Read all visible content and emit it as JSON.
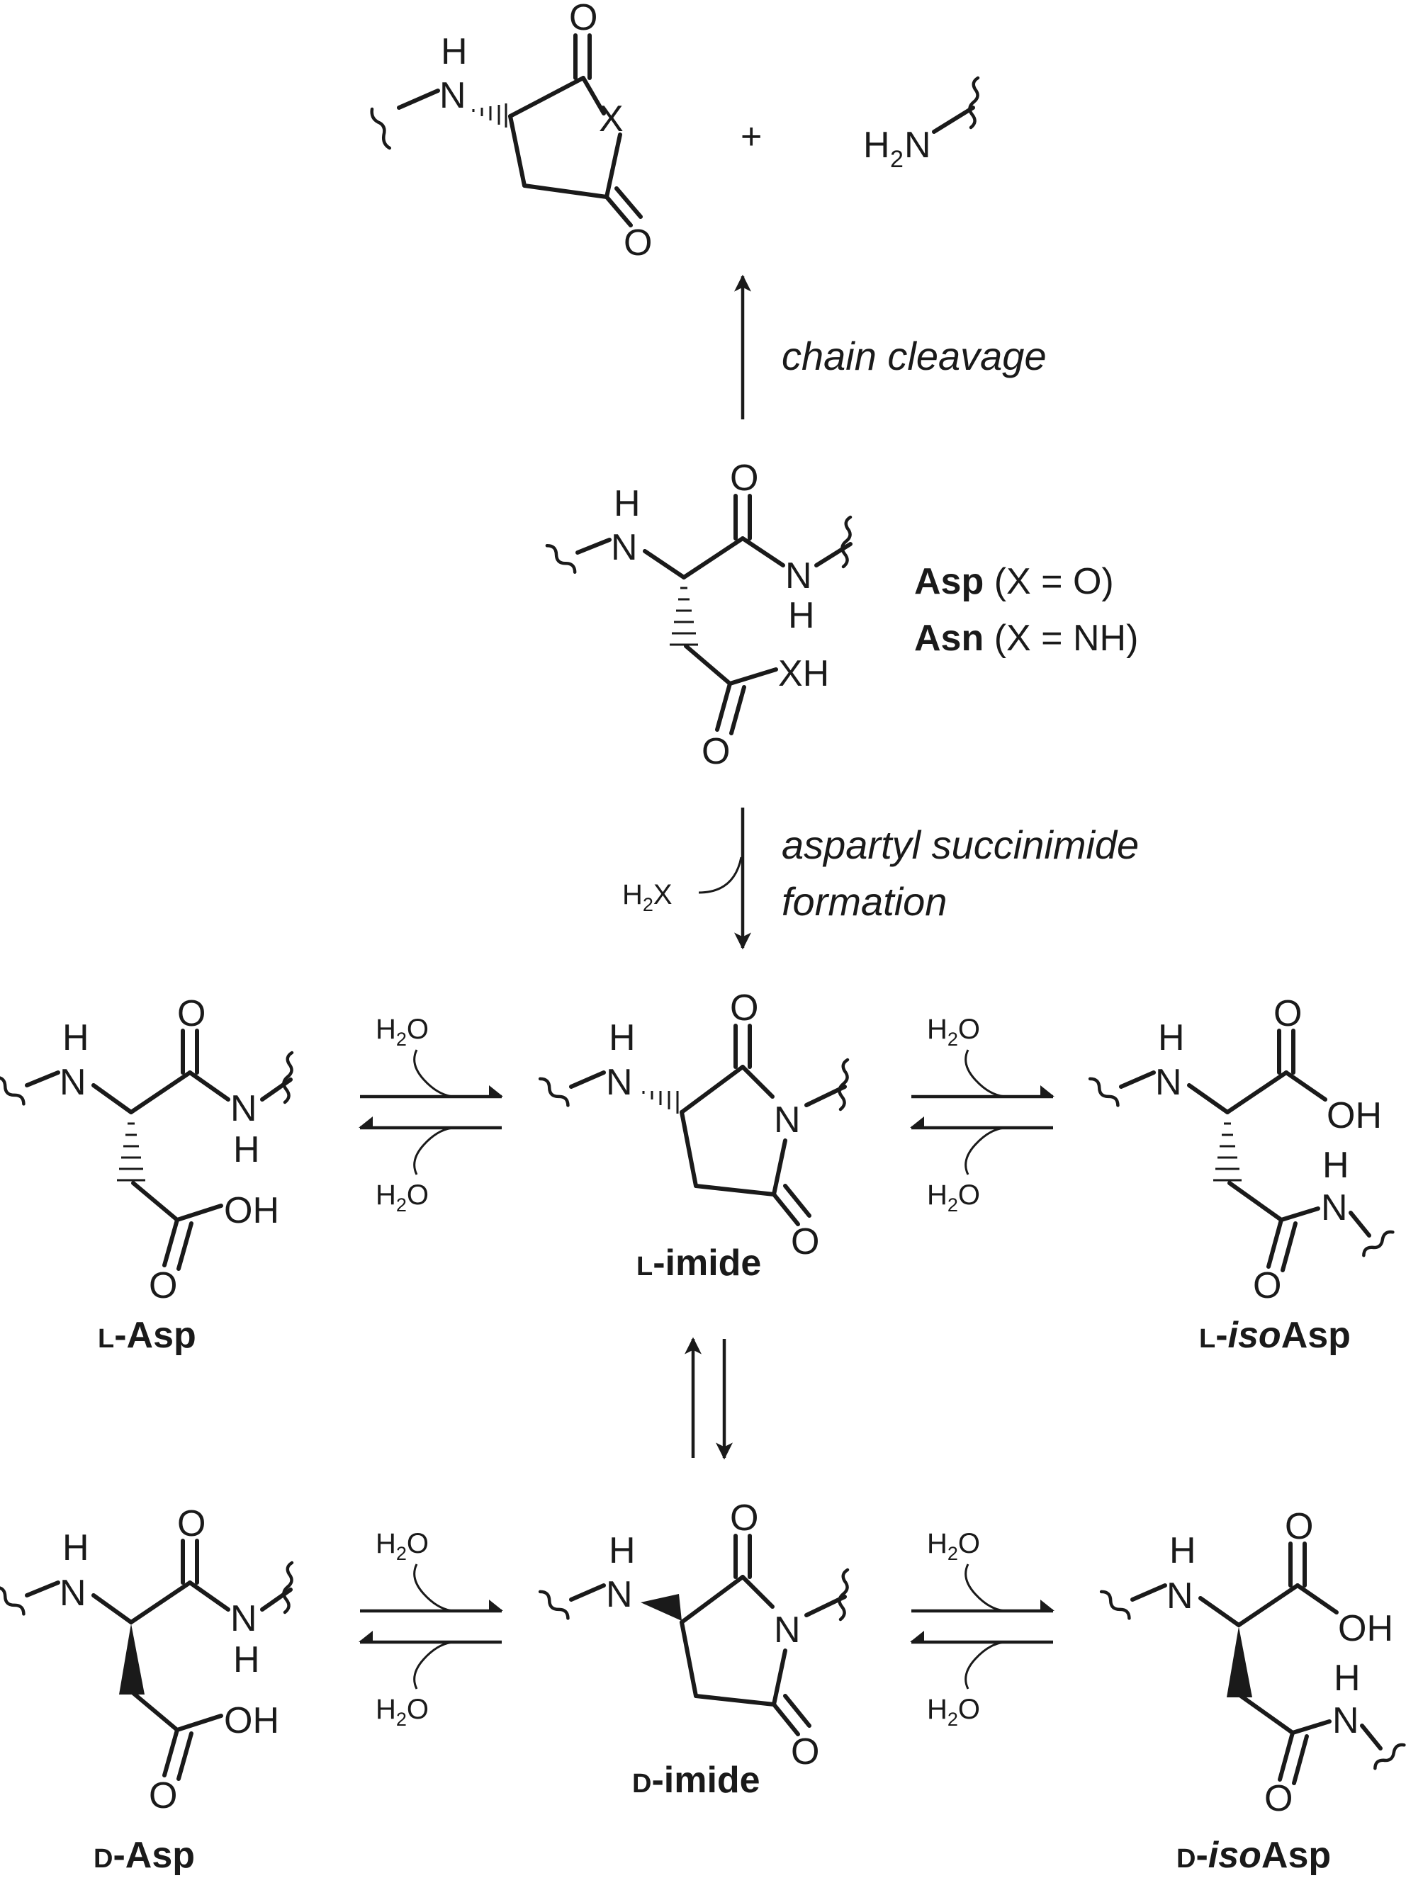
{
  "atoms": {
    "H": "H",
    "N": "N",
    "O": "O",
    "X": "X",
    "XH": "XH",
    "OH": "OH",
    "NH": "NH",
    "H2": "H",
    "two": "2",
    "plus": "+"
  },
  "steps": {
    "chain_cleavage": "chain cleavage",
    "succinimide_line1": "aspartyl succinimide",
    "succinimide_line2": "formation",
    "loss": "H",
    "loss_sub": "2",
    "loss_tail": "X",
    "water": "H",
    "water_sub": "2",
    "water_tail": "O"
  },
  "legend": {
    "asp_bold": "Asp",
    "asp_rest": " (X = O)",
    "asn_bold": "Asn",
    "asn_rest": " (X = NH)"
  },
  "labels": {
    "l_prefix": "L",
    "d_prefix": "D",
    "asp": "-Asp",
    "imide": "-imide",
    "dash": "-",
    "iso": "iso",
    "isoasp_tail": "Asp"
  }
}
